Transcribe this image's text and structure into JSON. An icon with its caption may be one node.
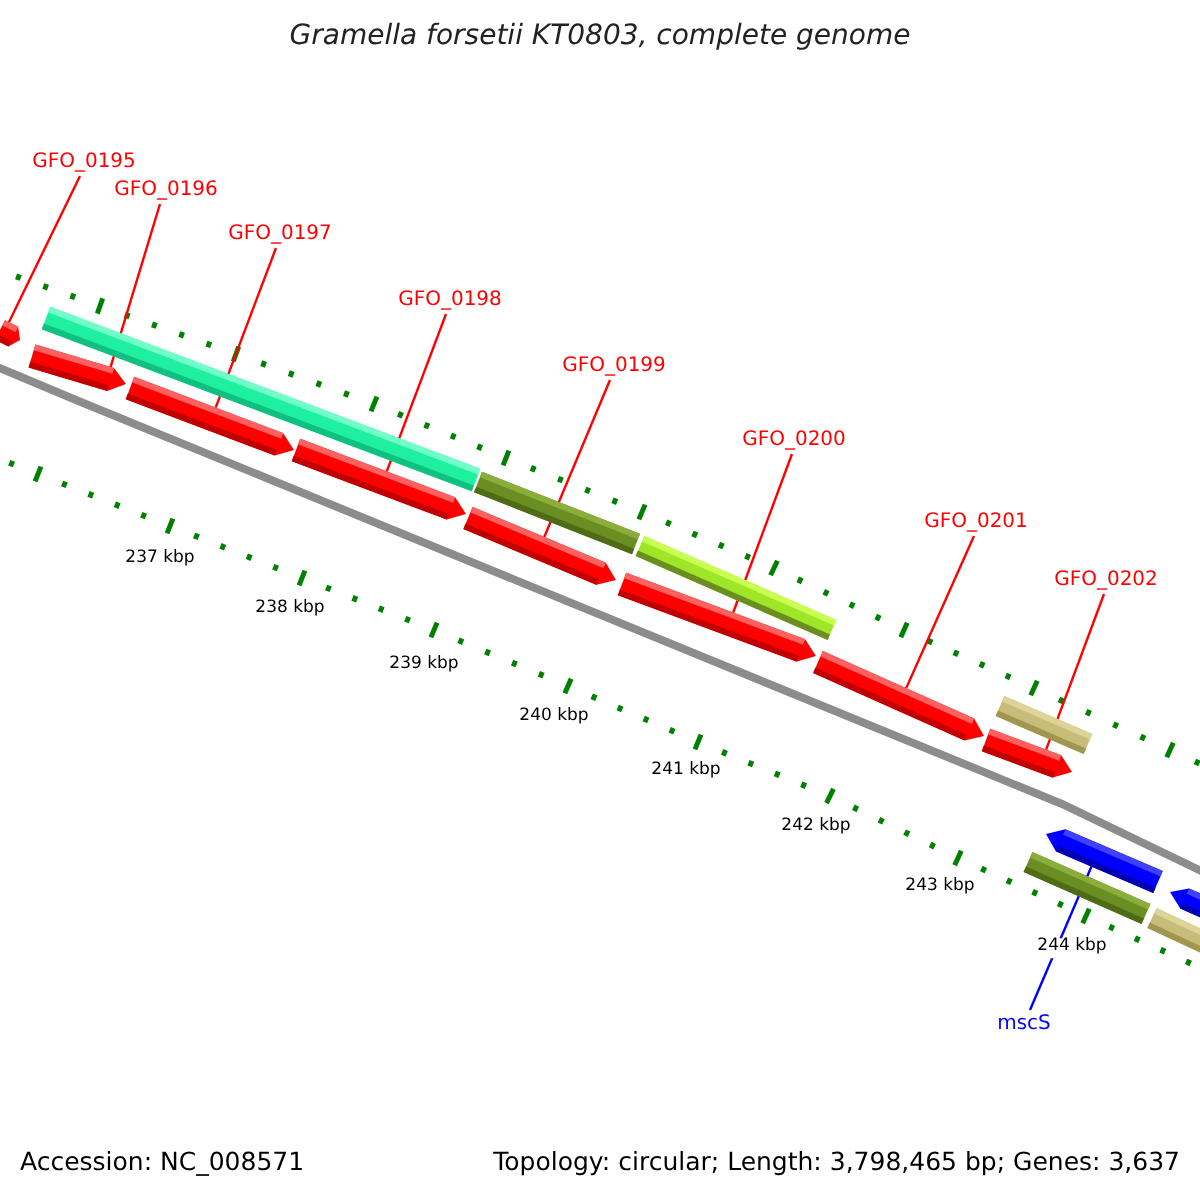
{
  "diagram": {
    "title": "Gramella forsetii KT0803, complete genome",
    "nodes": [
      {
        "text": [
          "GFO_0195"
        ]
      },
      {
        "text": [
          "GFO_0196"
        ]
      },
      {
        "text": [
          "GFO_0197"
        ]
      },
      {
        "text": [
          "GFO_0198"
        ]
      },
      {
        "text": [
          "GFO_0199"
        ]
      },
      {
        "text": [
          "GFO_0200"
        ]
      },
      {
        "text": [
          "GFO_0201"
        ]
      },
      {
        "text": [
          "GFO_0202"
        ]
      },
      {
        "text": [
          "mscS"
        ]
      },
      {
        "text": [],
        "shape": "bar"
      },
      {
        "text": [],
        "shape": "bar"
      },
      {
        "text": [],
        "shape": "bar"
      },
      {
        "text": [],
        "shape": "bar"
      },
      {
        "text": [],
        "shape": "bar"
      },
      {
        "text": [],
        "shape": "bar"
      },
      {
        "text": [],
        "shape": "bar"
      },
      {
        "text": [],
        "shape": "bar"
      },
      {
        "text": [],
        "shape": "bar"
      }
    ],
    "edges": [
      {
        "from": 0,
        "to": 9,
        "arrow": "none"
      },
      {
        "from": 1,
        "to": 10,
        "arrow": "none"
      },
      {
        "from": 2,
        "to": 11,
        "arrow": "none"
      },
      {
        "from": 3,
        "to": 12,
        "arrow": "none"
      },
      {
        "from": 4,
        "to": 13,
        "arrow": "none"
      },
      {
        "from": 5,
        "to": 14,
        "arrow": "none"
      },
      {
        "from": 6,
        "to": 15,
        "arrow": "none"
      },
      {
        "from": 7,
        "to": 16,
        "arrow": "none"
      },
      {
        "from": 8,
        "to": 17,
        "arrow": "none",
        "color": "#0000ff"
      }
    ],
    "labels": [
      "237 kbp",
      "238 kbp",
      "239 kbp",
      "240 kbp",
      "241 kbp",
      "242 kbp",
      "243 kbp",
      "244 kbp",
      "Accession: NC_008571",
      "Topology: circular; Length: 3,798,465 bp; Genes: 3,637"
    ]
  }
}
